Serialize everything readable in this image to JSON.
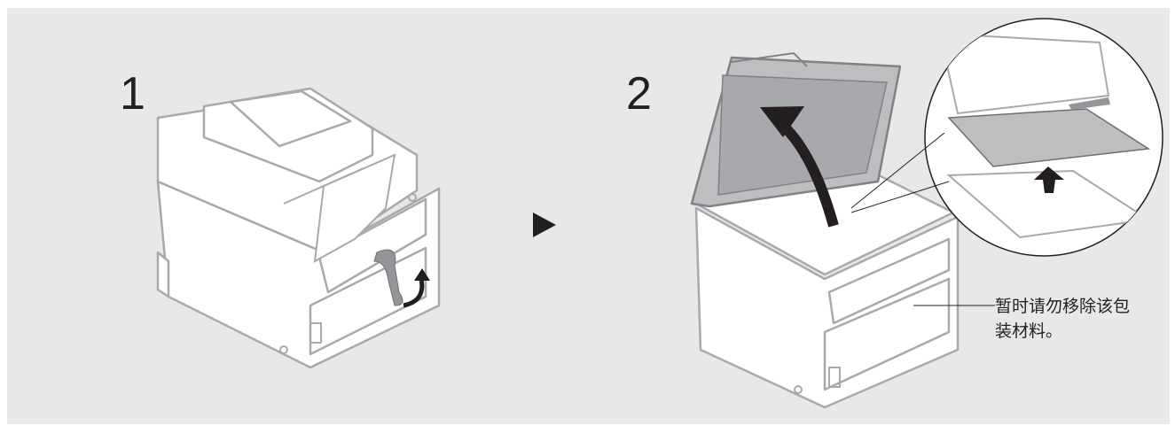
{
  "steps": [
    {
      "number": "1"
    },
    {
      "number": "2"
    }
  ],
  "callout_text": "暂时请勿移除该包\n装材料。",
  "colors": {
    "panel_background": "#e8e8e9",
    "device_body": "#ffffff",
    "device_outline": "#a7a9ac",
    "cover_inner": "#bcbec0",
    "arrow": "#231f20",
    "tape": "#939598"
  }
}
